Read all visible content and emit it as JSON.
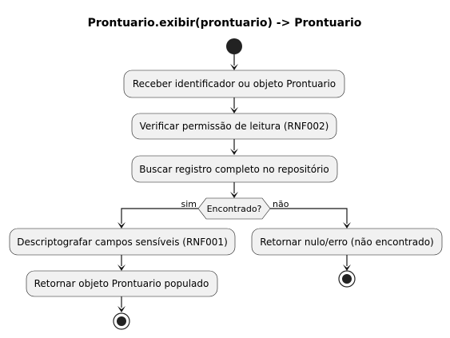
{
  "diagram": {
    "title": "Prontuario.exibir(prontuario) -> Prontuario",
    "steps": {
      "receive": "Receber identificador ou objeto Prontuario",
      "check_permission": "Verificar permissão de leitura (RNF002)",
      "fetch": "Buscar registro completo no repositório",
      "decrypt": "Descriptografar campos sensíveis (RNF001)",
      "return_object": "Retornar objeto Prontuario populado",
      "return_null": "Retornar nulo/erro (não encontrado)"
    },
    "decision": {
      "question": "Encontrado?",
      "yes_label": "sim",
      "no_label": "não"
    },
    "colors": {
      "node_fill": "#f1f1f1",
      "node_stroke": "#181818",
      "start_end": "#222222"
    }
  }
}
